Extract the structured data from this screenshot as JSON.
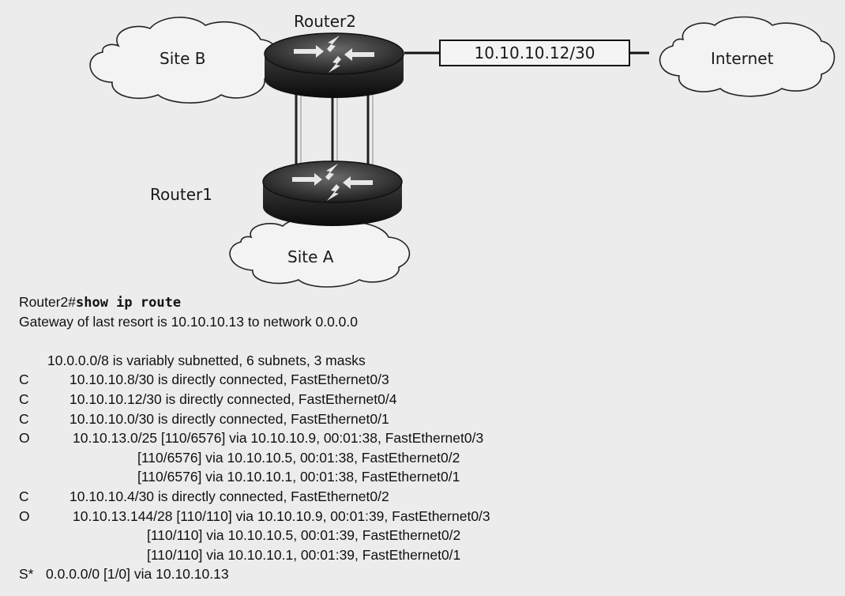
{
  "diagram": {
    "sites": {
      "site_b": "Site B",
      "site_a": "Site A",
      "internet": "Internet"
    },
    "routers": {
      "router2": "Router2",
      "router1": "Router1"
    },
    "link_subnet": "10.10.10.12/30"
  },
  "terminal": {
    "prompt": "Router2#",
    "command": "show ip route",
    "gateway_line": "Gateway of last resort is 10.10.10.13 to network 0.0.0.0",
    "summary_line": "10.0.0.0/8 is variably subnetted, 6 subnets, 3 masks",
    "routes": [
      {
        "code": "C",
        "text": "10.10.10.8/30 is directly connected, FastEthernet0/3",
        "indent": "route"
      },
      {
        "code": "C",
        "text": "10.10.10.12/30 is directly connected, FastEthernet0/4",
        "indent": "route"
      },
      {
        "code": "C",
        "text": "10.10.10.0/30 is directly connected, FastEthernet0/1",
        "indent": "route"
      },
      {
        "code": "O",
        "text": "10.10.13.0/25 [110/6576] via 10.10.10.9, 00:01:38, FastEthernet0/3",
        "indent": "route2"
      },
      {
        "code": "",
        "text": "[110/6576] via 10.10.10.5, 00:01:38, FastEthernet0/2",
        "indent": "cont1"
      },
      {
        "code": "",
        "text": "[110/6576] via 10.10.10.1, 00:01:38, FastEthernet0/1",
        "indent": "cont1"
      },
      {
        "code": "C",
        "text": "10.10.10.4/30 is directly connected, FastEthernet0/2",
        "indent": "route"
      },
      {
        "code": "O",
        "text": "10.10.13.144/28 [110/110] via 10.10.10.9, 00:01:39, FastEthernet0/3",
        "indent": "route2"
      },
      {
        "code": "",
        "text": "[110/110] via 10.10.10.5, 00:01:39, FastEthernet0/2",
        "indent": "cont2"
      },
      {
        "code": "",
        "text": "[110/110] via 10.10.10.1, 00:01:39, FastEthernet0/1",
        "indent": "cont2"
      },
      {
        "code": "S*",
        "text": "0.0.0.0/0 [1/0] via 10.10.10.13",
        "indent": "default"
      }
    ]
  }
}
